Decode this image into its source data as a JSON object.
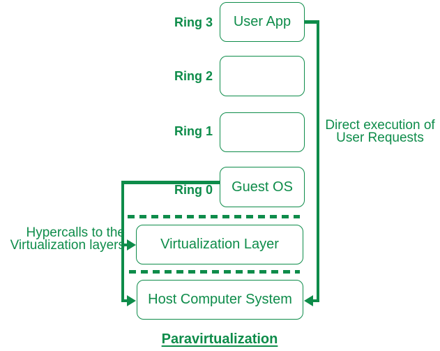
{
  "colors": {
    "green": "#0e8c4a",
    "background": "#ffffff"
  },
  "rings": [
    {
      "label": "Ring 3",
      "box_text": "User App"
    },
    {
      "label": "Ring 2",
      "box_text": ""
    },
    {
      "label": "Ring 1",
      "box_text": ""
    },
    {
      "label": "Ring 0",
      "box_text": "Guest OS"
    }
  ],
  "layers": [
    {
      "label": "Virtualization Layer"
    },
    {
      "label": "Host Computer System"
    }
  ],
  "annotations": {
    "hypercalls": {
      "line1": "Hypercalls to the",
      "line2": "Virtualization layers"
    },
    "direct_execution": {
      "line1": "Direct execution of",
      "line2": "User Requests"
    }
  },
  "title": "Paravirtualization"
}
